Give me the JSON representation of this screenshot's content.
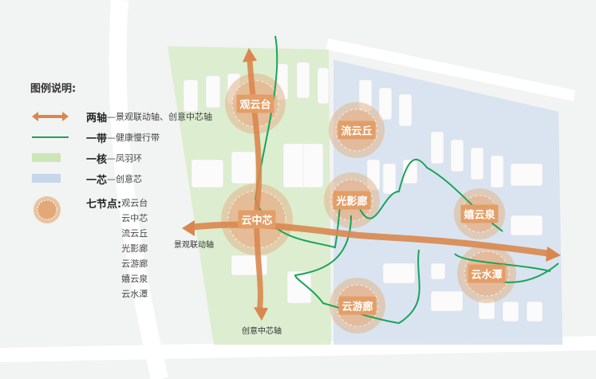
{
  "legend": {
    "title": "图例说明:",
    "items": [
      {
        "key": "两轴",
        "desc": "—景观联动轴、创意中芯轴"
      },
      {
        "key": "一带",
        "desc": "—健康慢行带"
      },
      {
        "key": "一核",
        "desc": "—凤羽环"
      },
      {
        "key": "一芯",
        "desc": "—创意芯"
      }
    ],
    "nodes_key": "七节点:",
    "nodes": [
      "观云台",
      "云中芯",
      "流云丘",
      "光影廊",
      "云游廊",
      "嬉云泉",
      "云水潭"
    ]
  },
  "map": {
    "nodes": [
      "观云台",
      "云中芯",
      "流云丘",
      "光影廊",
      "云游廊",
      "嬉云泉",
      "云水潭"
    ],
    "axis_labels": {
      "landscape": "景观联动轴",
      "creative": "创意中芯轴"
    }
  },
  "colors": {
    "axis": "#d9874e",
    "green_path": "#1aa35a",
    "core_zone": "#d9ebc9",
    "creative_zone": "#d5e0ee",
    "node": "#e39e67"
  }
}
